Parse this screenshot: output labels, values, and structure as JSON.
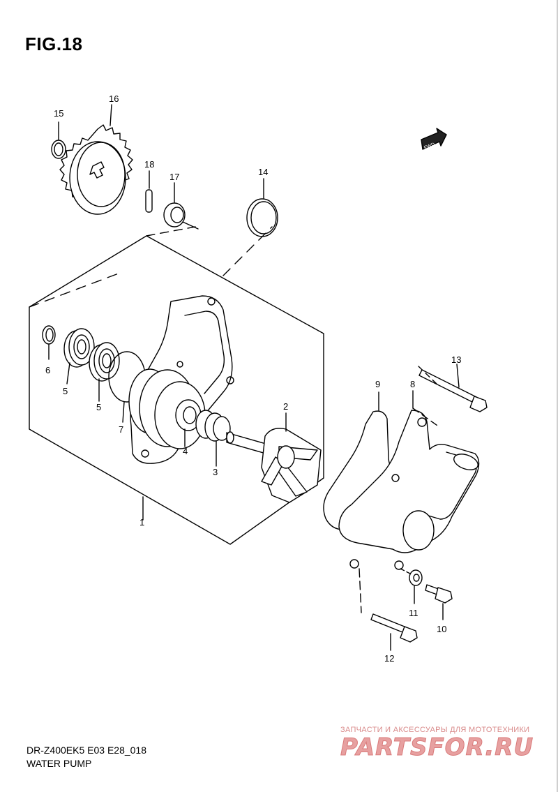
{
  "header": {
    "figure_title": "FIG.18"
  },
  "footer": {
    "model_code": "DR-Z400EK5 E03 E28_018",
    "model_name": "WATER PUMP"
  },
  "orientation": {
    "label": "FWD"
  },
  "watermark": {
    "tagline": "ЗАПЧАСТИ И АКСЕССУАРЫ ДЛЯ МОТОТЕХНИКИ",
    "logo": "PARTSFOR.RU"
  },
  "callouts": {
    "c1": "1",
    "c2": "2",
    "c3": "3",
    "c4": "4",
    "c5a": "5",
    "c5b": "5",
    "c6": "6",
    "c7": "7",
    "c8": "8",
    "c9": "9",
    "c10": "10",
    "c11": "11",
    "c12": "12",
    "c13": "13",
    "c14": "14",
    "c15": "15",
    "c16": "16",
    "c17": "17",
    "c18": "18"
  }
}
